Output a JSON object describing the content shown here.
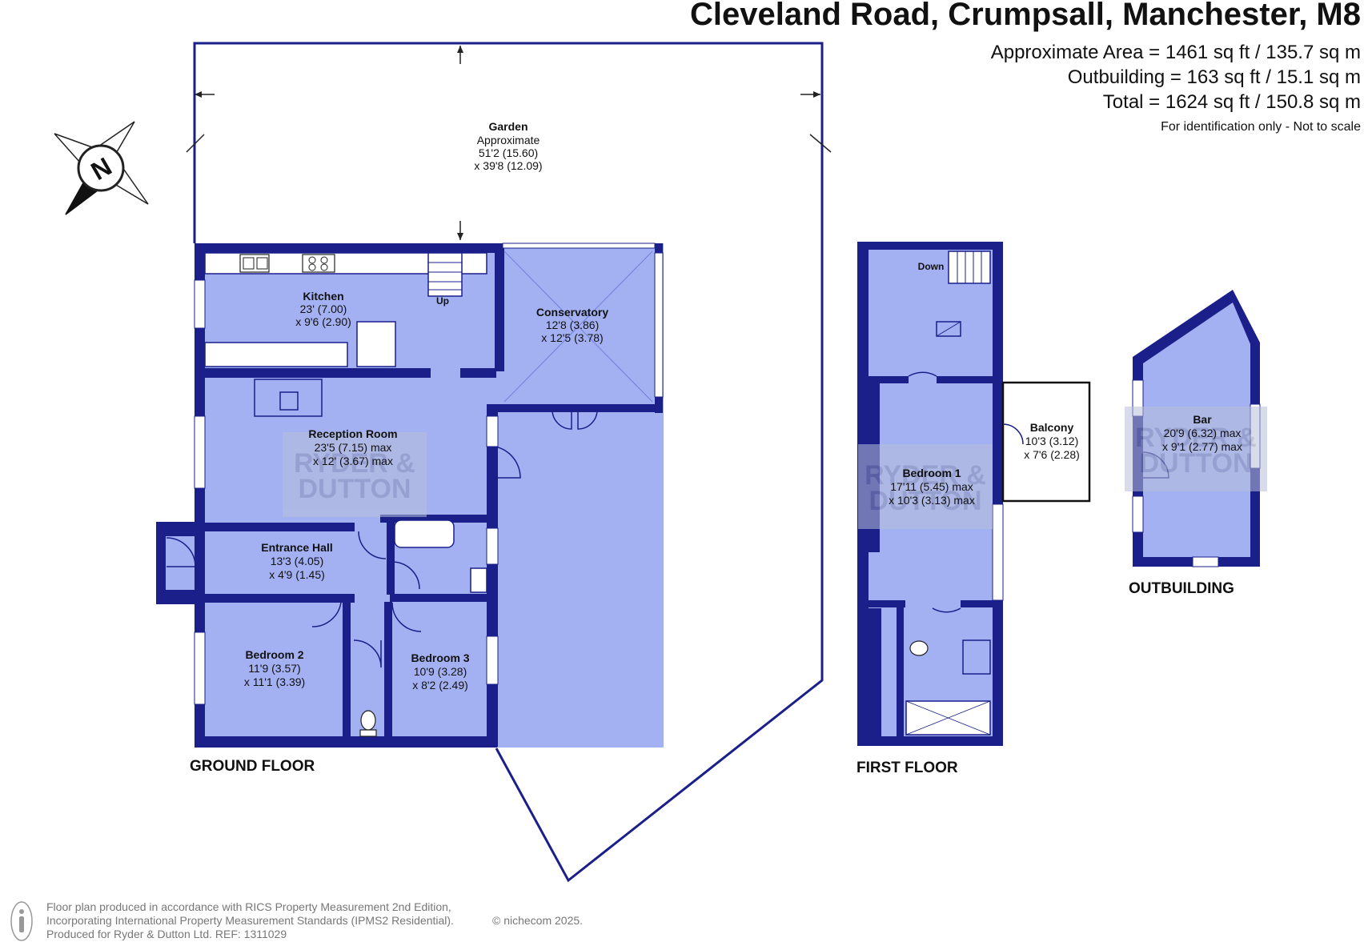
{
  "header": {
    "title": "Cleveland Road, Crumpsall, Manchester, M8",
    "area_main": "Approximate Area = 1461 sq ft / 135.7 sq m",
    "area_outbuilding": "Outbuilding = 163 sq ft / 15.1 sq m",
    "area_total": "Total = 1624 sq ft / 150.8 sq m",
    "disclaimer": "For identification only - Not to scale"
  },
  "compass": {
    "letter": "N"
  },
  "floors": {
    "ground": "GROUND FLOOR",
    "first": "FIRST FLOOR",
    "outbuilding": "OUTBUILDING"
  },
  "rooms": {
    "garden": {
      "name": "Garden",
      "l1": "Approximate",
      "l2": "51'2 (15.60)",
      "l3": "x 39'8 (12.09)"
    },
    "kitchen": {
      "name": "Kitchen",
      "l1": "23' (7.00)",
      "l2": "x 9'6 (2.90)"
    },
    "conservatory": {
      "name": "Conservatory",
      "l1": "12'8 (3.86)",
      "l2": "x 12'5 (3.78)"
    },
    "reception": {
      "name": "Reception Room",
      "l1": "23'5 (7.15) max",
      "l2": "x 12' (3.67) max"
    },
    "hall": {
      "name": "Entrance Hall",
      "l1": "13'3 (4.05)",
      "l2": "x 4'9 (1.45)"
    },
    "bedroom2": {
      "name": "Bedroom 2",
      "l1": "11'9 (3.57)",
      "l2": "x 11'1 (3.39)"
    },
    "bedroom3": {
      "name": "Bedroom 3",
      "l1": "10'9 (3.28)",
      "l2": "x 8'2 (2.49)"
    },
    "bedroom1": {
      "name": "Bedroom 1",
      "l1": "17'11 (5.45) max",
      "l2": "x 10'3 (3.13) max"
    },
    "balcony": {
      "name": "Balcony",
      "l1": "10'3 (3.12)",
      "l2": "x 7'6 (2.28)"
    },
    "bar": {
      "name": "Bar",
      "l1": "20'9 (6.32) max",
      "l2": "x 9'1 (2.77) max"
    }
  },
  "stairs": {
    "up": "Up",
    "down": "Down"
  },
  "watermark": {
    "line1": "RYDER &",
    "line2": "DUTTON"
  },
  "footer": {
    "line1": "Floor plan produced in accordance with RICS Property Measurement 2nd Edition,",
    "line2": "Incorporating International Property Measurement Standards (IPMS2 Residential).",
    "line3": "Produced for Ryder & Dutton Ltd.   REF: 1311029",
    "brand": "© nichecom 2025."
  },
  "colors": {
    "wall": "#1a1f8a",
    "room": "#a3b1f3",
    "balcony": "#ffffff"
  }
}
